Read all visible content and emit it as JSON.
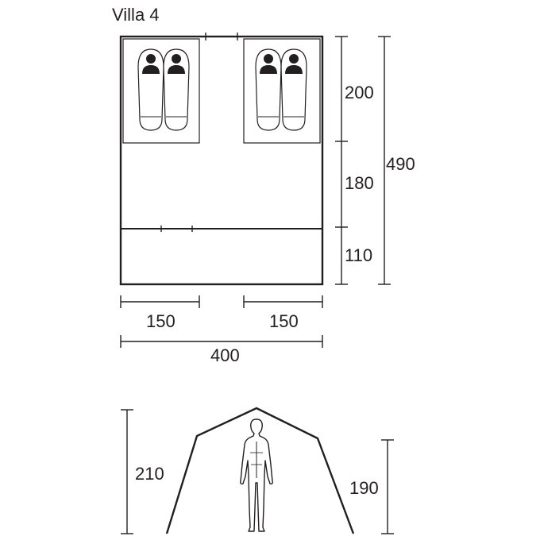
{
  "title": "Villa 4",
  "floorplan": {
    "height_labels": {
      "bedroom": "200",
      "living": "180",
      "vestibule": "110",
      "total": "490"
    },
    "width_labels": {
      "left_bedroom": "150",
      "right_bedroom": "150",
      "total": "400"
    },
    "sleeping_places_per_bedroom": 2
  },
  "elevation": {
    "height_labels": {
      "peak": "210",
      "side": "190"
    }
  }
}
